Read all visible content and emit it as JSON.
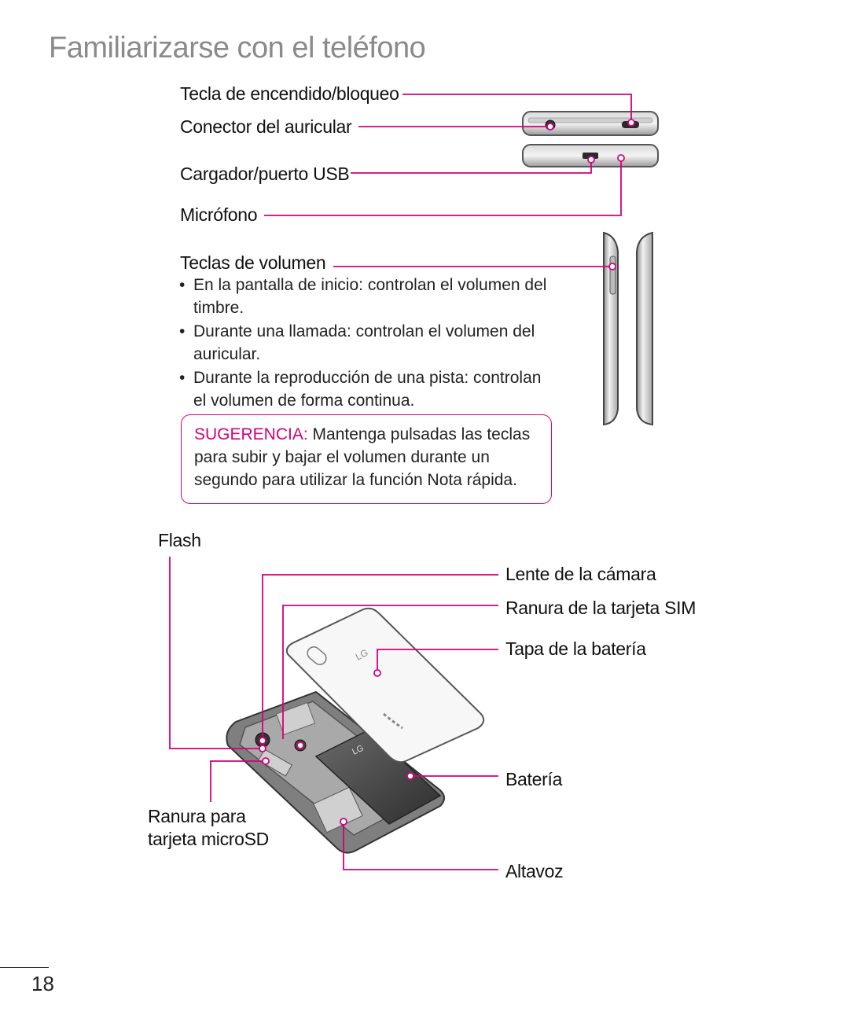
{
  "page": {
    "title": "Familiarizarse con el teléfono",
    "page_number": "18"
  },
  "labels": {
    "power_key": "Tecla de encendido/bloqueo",
    "headset_jack": "Conector del auricular",
    "usb_port": "Cargador/puerto USB",
    "microphone": "Micrófono",
    "volume_keys": "Teclas de volumen",
    "flash": "Flash",
    "camera_lens": "Lente de la cámara",
    "sim_slot": "Ranura de la tarjeta SIM",
    "battery_cover": "Tapa de la batería",
    "battery": "Batería",
    "microsd_slot_line1": "Ranura para",
    "microsd_slot_line2": "tarjeta microSD",
    "speaker": "Altavoz"
  },
  "volume_bullets": [
    "En la pantalla de inicio: controlan el volumen del timbre.",
    "Durante una llamada: controlan el volumen del auricular.",
    "Durante la reproducción de una pista: controlan el volumen de forma continua."
  ],
  "tip": {
    "keyword": "SUGERENCIA:",
    "text": " Mantenga pulsadas las teclas para subir y bajar el volumen durante un segundo para utilizar la función Nota rápida."
  },
  "colors": {
    "accent": "#d4007a",
    "title_gray": "#8a8a8a"
  }
}
